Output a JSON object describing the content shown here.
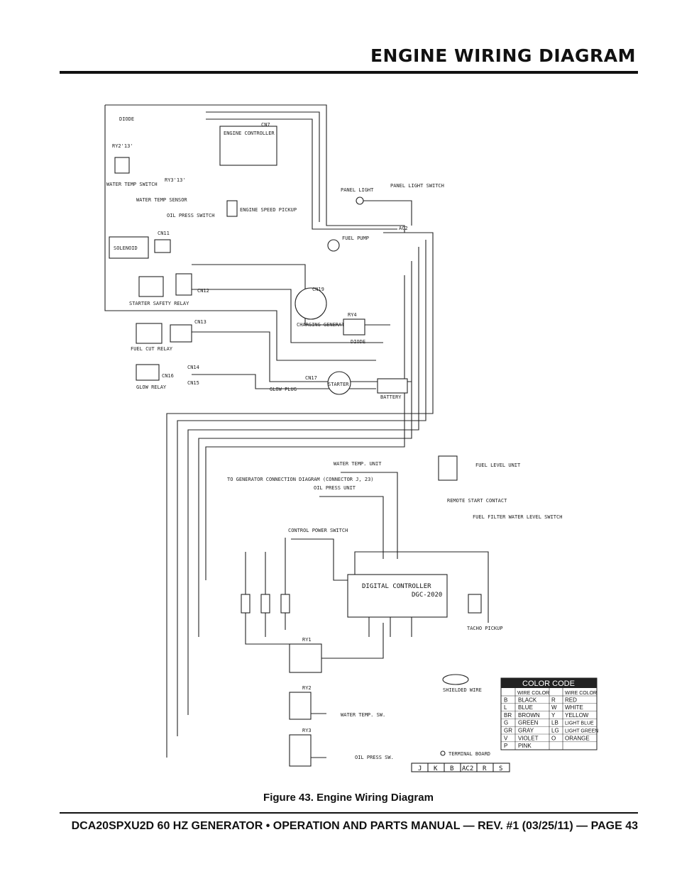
{
  "header": {
    "title": "ENGINE WIRING DIAGRAM"
  },
  "figure": {
    "caption": "Figure 43. Engine Wiring Diagram"
  },
  "footer": {
    "text": "DCA20SPXU2D 60 HZ GENERATOR • OPERATION AND PARTS MANUAL — REV. #1 (03/25/11) — PAGE 43"
  },
  "diagram": {
    "labels": {
      "diode": "DIODE",
      "cn7": "CN7",
      "ecu": "ENGINE CONTROLLER",
      "ry2_13": "RY2'13'",
      "ry3_13": "RY3'13'",
      "water_temp_switch": "WATER TEMP SWITCH",
      "water_temp_sensor": "WATER TEMP SENSOR",
      "oil_press_switch": "OIL PRESS SWITCH",
      "engine_speed_pickup": "ENGINE SPEED PICKUP",
      "panel_light": "PANEL LIGHT",
      "panel_light_switch": "PANEL LIGHT SWITCH",
      "fuel_pump": "FUEL PUMP",
      "ac2": "AC2",
      "cn11": "CN11",
      "solenoid": "SOLENOID",
      "cn12": "CN12",
      "starter_safety_relay": "STARTER SAFETY RELAY",
      "cn19": "CN19",
      "charging_generator": "CHARGING GENERATOR",
      "ry4": "RY4",
      "diode2": "DIODE",
      "cn13": "CN13",
      "fuel_cut_relay": "FUEL CUT RELAY",
      "cn14": "CN14",
      "cn16": "CN16",
      "cn15": "CN15",
      "glow_relay": "GLOW RELAY",
      "glow_plug": "GLOW PLUG",
      "cn17": "CN17",
      "starter": "STARTER",
      "battery": "BATTERY",
      "water_temp_unit": "WATER TEMP. UNIT",
      "oil_press_unit": "OIL PRESS UNIT",
      "fuel_level_unit": "FUEL LEVEL UNIT",
      "to_gen": "TO GENERATOR CONNECTION DIAGRAM (CONNECTOR J, 23)",
      "remote_start": "REMOTE START CONTACT",
      "fuel_filter": "FUEL FILTER WATER LEVEL SWITCH",
      "control_power_switch": "CONTROL POWER SWITCH",
      "digital_controller": "DIGITAL CONTROLLER",
      "dgc": "DGC-2020",
      "tacho_pickup": "TACHO PICKUP",
      "ry1": "RY1",
      "ry2": "RY2",
      "ry3": "RY3",
      "water_temp_sw": "WATER TEMP. SW.",
      "oil_press_sw": "OIL PRESS SW.",
      "shielded_wire": "SHIELDED WIRE",
      "terminal_board": "TERMINAL BOARD"
    },
    "terminal_board": [
      "J",
      "K",
      "B",
      "AC2",
      "R",
      "S"
    ],
    "color_code": {
      "title": "COLOR CODE",
      "col_header": "WIRE COLOR",
      "left": [
        {
          "code": "B",
          "name": "BLACK"
        },
        {
          "code": "L",
          "name": "BLUE"
        },
        {
          "code": "BR",
          "name": "BROWN"
        },
        {
          "code": "G",
          "name": "GREEN"
        },
        {
          "code": "GR",
          "name": "GRAY"
        },
        {
          "code": "V",
          "name": "VIOLET"
        },
        {
          "code": "P",
          "name": "PINK"
        }
      ],
      "right": [
        {
          "code": "R",
          "name": "RED"
        },
        {
          "code": "W",
          "name": "WHITE"
        },
        {
          "code": "Y",
          "name": "YELLOW"
        },
        {
          "code": "LB",
          "name": "LIGHT BLUE"
        },
        {
          "code": "LG",
          "name": "LIGHT GREEN"
        },
        {
          "code": "O",
          "name": "ORANGE"
        }
      ]
    }
  }
}
